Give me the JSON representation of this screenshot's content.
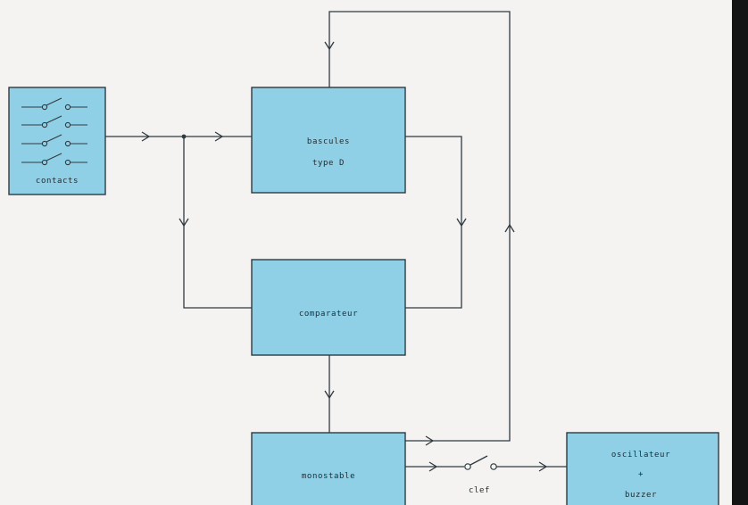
{
  "diagram": {
    "blocks": {
      "contacts": {
        "label": "contacts"
      },
      "bascules": {
        "line1": "bascules",
        "line2": "type D"
      },
      "comparateur": {
        "label": "comparateur"
      },
      "monostable": {
        "label": "monostable"
      },
      "oscillateur": {
        "line1": "oscillateur",
        "line2": "+",
        "line3": "buzzer"
      }
    },
    "switch_label": "clef",
    "colors": {
      "block_fill": "#8fd0e6",
      "line": "#2f3a40",
      "background": "#f4f3f1",
      "right_edge": "#141414"
    }
  }
}
